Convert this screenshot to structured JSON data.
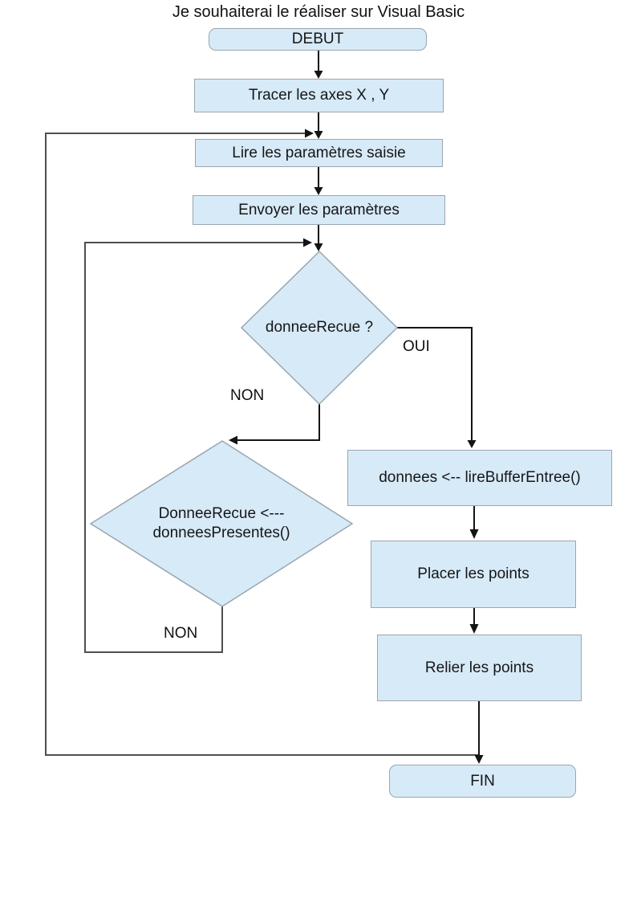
{
  "title": "Je souhaiterai le réaliser sur Visual Basic",
  "nodes": {
    "start": {
      "label": "DEBUT",
      "type": "terminal"
    },
    "draw_axes": {
      "label": "Tracer les axes X , Y",
      "type": "process"
    },
    "read_params": {
      "label": "Lire les paramètres saisie",
      "type": "process"
    },
    "send_params": {
      "label": "Envoyer les paramètres",
      "type": "process"
    },
    "decision_received": {
      "label": "donneeRecue ?",
      "type": "decision"
    },
    "read_buffer": {
      "label": "donnees <-- lireBufferEntree()",
      "type": "process"
    },
    "decision_presentes": {
      "label": "DonneeRecue <---\ndonneesPresentes()",
      "type": "decision"
    },
    "place_points": {
      "label": "Placer les points",
      "type": "process"
    },
    "connect_points": {
      "label": "Relier les points",
      "type": "process"
    },
    "end": {
      "label": "FIN",
      "type": "terminal"
    }
  },
  "edges": {
    "oui_label": "OUI",
    "non_label_1": "NON",
    "non_label_2": "NON"
  },
  "colors": {
    "node_fill": "#d7eaf8",
    "node_border": "#9aa6ae",
    "edge_color": "#141414",
    "loop_color": "#4f4f4f",
    "text_color": "#161616",
    "page_bg": "#ffffff"
  }
}
